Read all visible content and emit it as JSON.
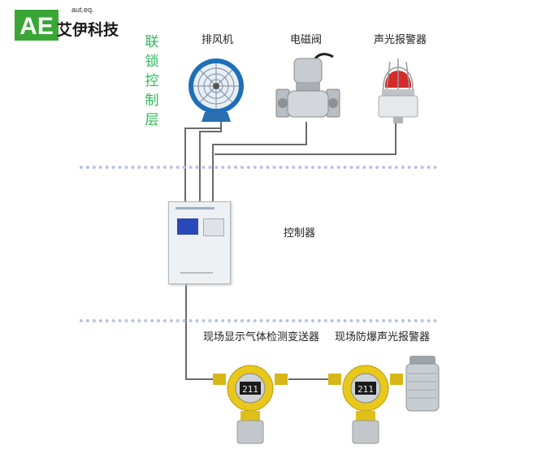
{
  "logo": {
    "mark": "AE",
    "subtitle": "aut.eq.",
    "name": "艾伊科技",
    "registered": "®",
    "brand_color": "#3aa635"
  },
  "layer_label": [
    "联",
    "锁",
    "控",
    "制",
    "层"
  ],
  "devices": {
    "fan": "排风机",
    "solenoid_valve": "电磁阀",
    "alarm": "声光报警器",
    "controller": "控制器",
    "gas_transmitter": "现场显示气体检测变送器",
    "explosion_proof_alarm": "现场防爆声光报警器"
  },
  "detector_display": "211",
  "colors": {
    "layer_label": "#2db85a",
    "dotted_divider": "#b8c4de",
    "wire": "#6a6a6a",
    "detector_yellow": "#e8c81a"
  }
}
